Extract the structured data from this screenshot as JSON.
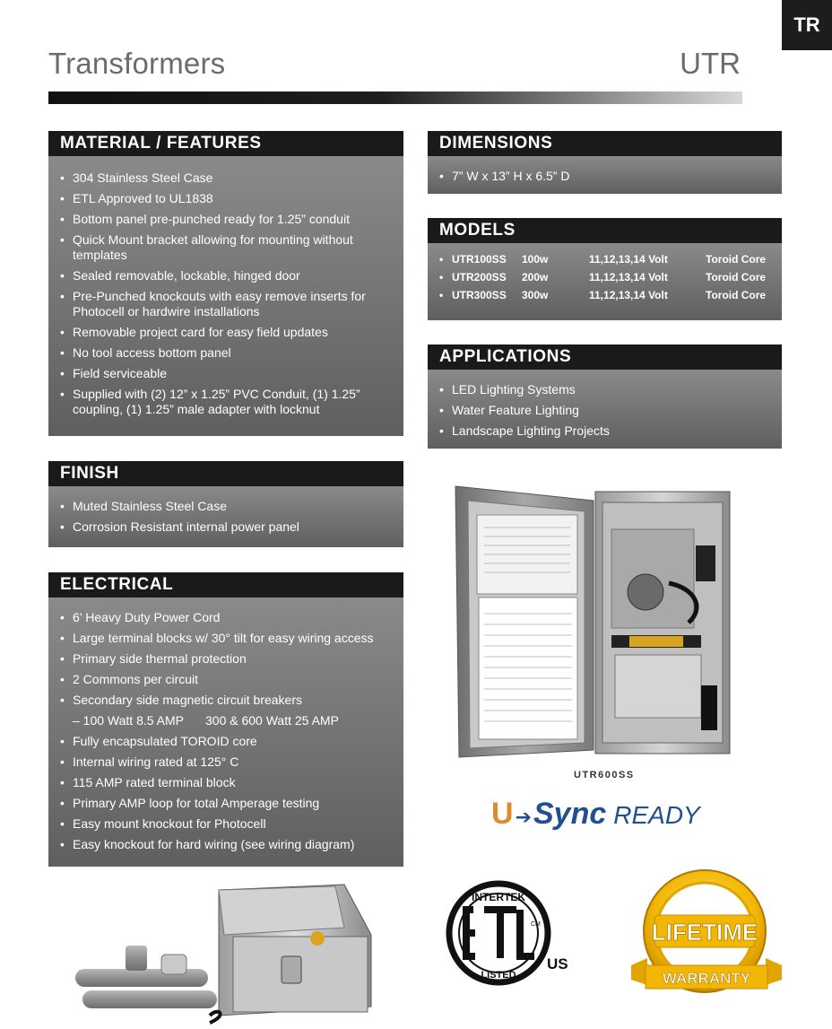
{
  "header": {
    "tab": "TR",
    "title": "Transformers",
    "code": "UTR"
  },
  "material": {
    "heading": "MATERIAL / FEATURES",
    "items": [
      "304 Stainless Steel Case",
      "ETL Approved to UL1838",
      "Bottom panel pre-punched ready for 1.25” conduit",
      "Quick Mount bracket allowing for mounting without templates",
      "Sealed removable, lockable, hinged door",
      "Pre-Punched knockouts with easy remove inserts for Photocell or hardwire installations",
      "Removable project card for easy field updates",
      "No tool access bottom panel",
      "Field serviceable",
      "Supplied with (2) 12” x 1.25” PVC Conduit, (1) 1.25” coupling, (1) 1.25” male adapter with locknut"
    ]
  },
  "finish": {
    "heading": "FINISH",
    "items": [
      "Muted Stainless Steel Case",
      "Corrosion Resistant internal power panel"
    ]
  },
  "electrical": {
    "heading": "ELECTRICAL",
    "items": [
      "6’ Heavy Duty Power Cord",
      "Large terminal blocks w/ 30° tilt for easy wiring access",
      "Primary side thermal protection",
      "2 Commons per circuit",
      "Secondary side magnetic circuit breakers"
    ],
    "sub_a": "–  100 Watt 8.5 AMP",
    "sub_b": "300 & 600 Watt 25 AMP",
    "items2": [
      "Fully encapsulated TOROID core",
      "Internal wiring rated at 125° C",
      "115 AMP rated terminal block",
      "Primary AMP loop for total Amperage testing",
      "Easy mount knockout for Photocell",
      "Easy knockout for hard wiring (see wiring diagram)"
    ]
  },
  "dimensions": {
    "heading": "DIMENSIONS",
    "items": [
      "7” W x 13” H x 6.5” D"
    ]
  },
  "models": {
    "heading": "MODELS",
    "rows": [
      {
        "model": "UTR100SS",
        "watts": "100w",
        "volts": "11,12,13,14 Volt",
        "core": "Toroid Core"
      },
      {
        "model": "UTR200SS",
        "watts": "200w",
        "volts": "11,12,13,14 Volt",
        "core": "Toroid Core"
      },
      {
        "model": "UTR300SS",
        "watts": "300w",
        "volts": "11,12,13,14 Volt",
        "core": "Toroid Core"
      }
    ]
  },
  "applications": {
    "heading": "APPLICATIONS",
    "items": [
      "LED Lighting Systems",
      "Water Feature Lighting",
      "Landscape Lighting Projects"
    ]
  },
  "product": {
    "caption": "UTR600SS"
  },
  "usync": {
    "u": "U",
    "sync": "Sync",
    "ready": "READY"
  },
  "etl": {
    "top": "INTERTEK",
    "bottom": "LISTED",
    "us": "US",
    "cm": "CM"
  },
  "warranty": {
    "top": "LIFETIME",
    "bottom": "WARRANTY"
  },
  "colors": {
    "header_bar": "#1a1a1a",
    "body_gray": "#7a7a7a",
    "usync_orange": "#e08a2c",
    "usync_blue": "#214f8f",
    "warranty_gold": "#f2b705"
  }
}
